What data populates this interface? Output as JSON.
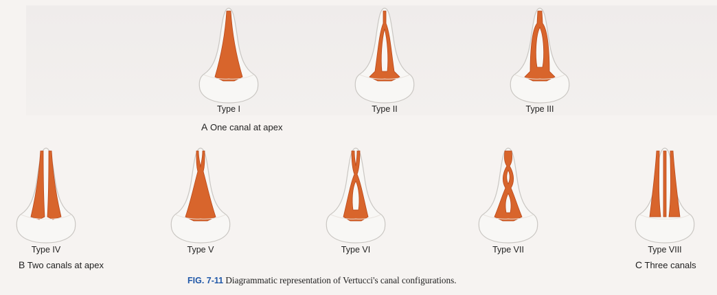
{
  "colors": {
    "canal": "#d8652c",
    "canal_edge": "#b9481a",
    "crown": "#f8f7f5",
    "crown_edge": "#c9c6c2",
    "caption_prefix": "#1f57a8"
  },
  "groups": {
    "A": {
      "letter": "A",
      "text": "One canal at apex"
    },
    "B": {
      "letter": "B",
      "text": "Two canals at apex"
    },
    "C": {
      "letter": "C",
      "text": "Three canals"
    }
  },
  "types": [
    {
      "label": "Type I"
    },
    {
      "label": "Type II"
    },
    {
      "label": "Type III"
    },
    {
      "label": "Type IV"
    },
    {
      "label": "Type V"
    },
    {
      "label": "Type VI"
    },
    {
      "label": "Type VII"
    },
    {
      "label": "Type VIII"
    }
  ],
  "caption": {
    "prefix": "FIG. 7-11",
    "text": "Diagrammatic representation of Vertucci's canal configurations."
  }
}
